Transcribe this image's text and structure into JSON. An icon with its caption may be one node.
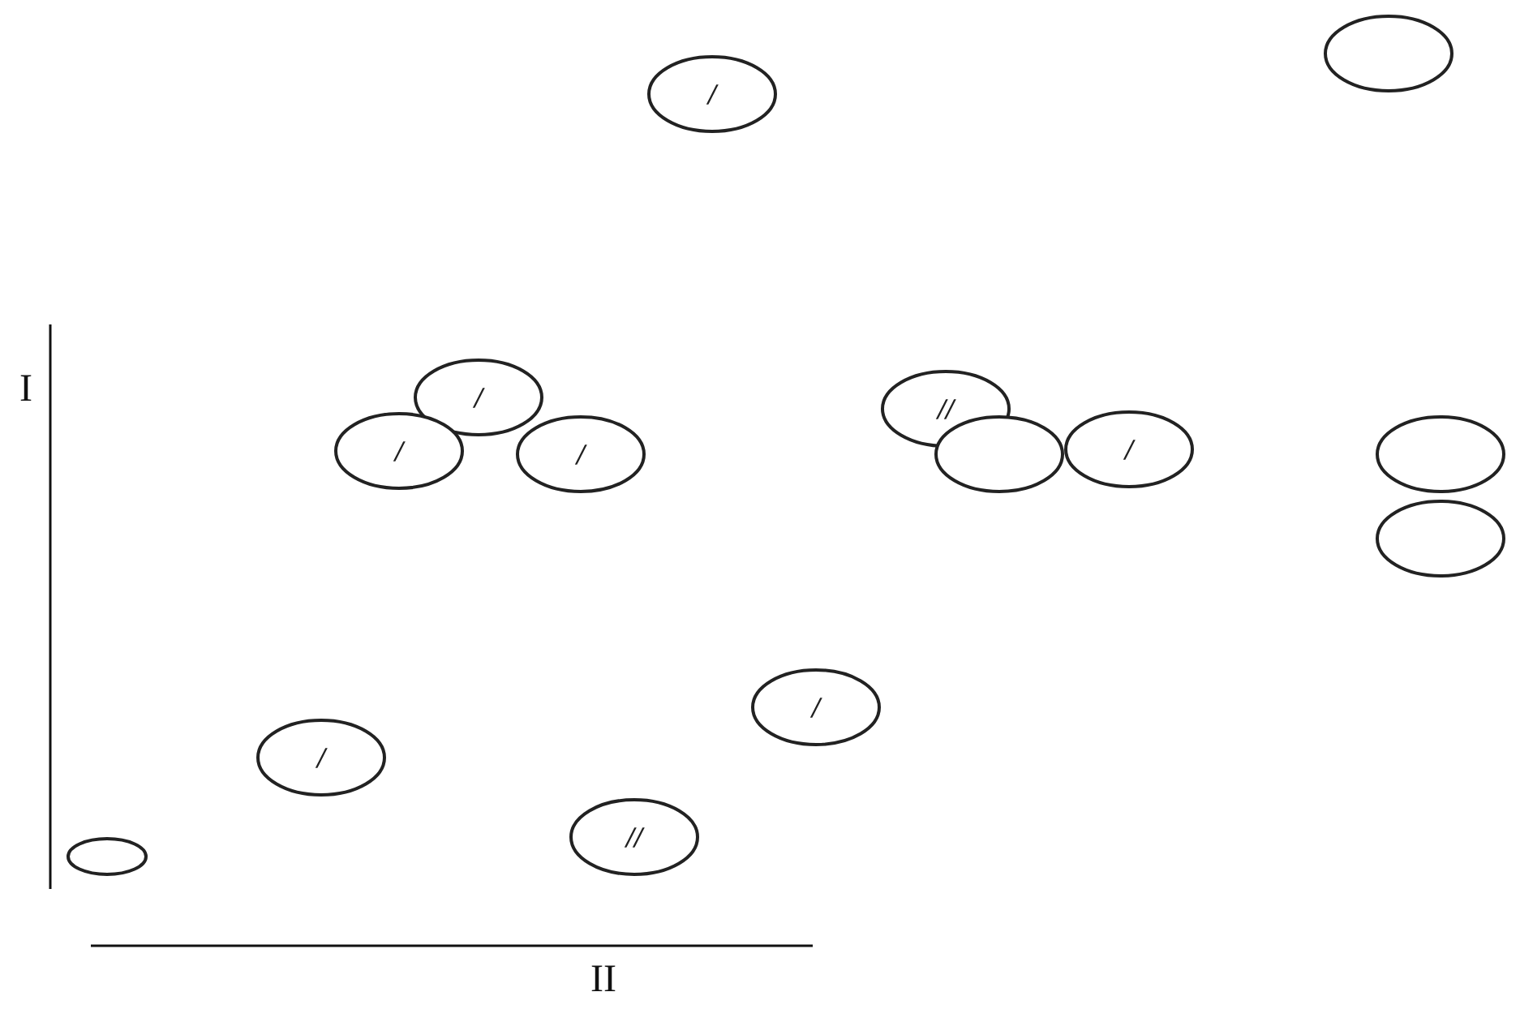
{
  "diagram": {
    "nodes": [
      {
        "text": [
          "/"
        ]
      },
      {
        "text": [],
        "shape": "ellipse"
      },
      {
        "text": [
          "/"
        ]
      },
      {
        "text": [
          "//"
        ]
      },
      {
        "text": [
          "/"
        ]
      },
      {
        "text": [
          "/"
        ]
      },
      {
        "text": [],
        "shape": "ellipse"
      },
      {
        "text": [
          "/"
        ]
      },
      {
        "text": [],
        "shape": "ellipse"
      },
      {
        "text": [],
        "shape": "ellipse"
      },
      {
        "text": [
          "/"
        ]
      },
      {
        "text": [
          "/"
        ]
      },
      {
        "text": [
          "//"
        ]
      },
      {
        "text": [],
        "shape": "ellipse"
      }
    ],
    "labels": [
      "I",
      "II"
    ]
  }
}
